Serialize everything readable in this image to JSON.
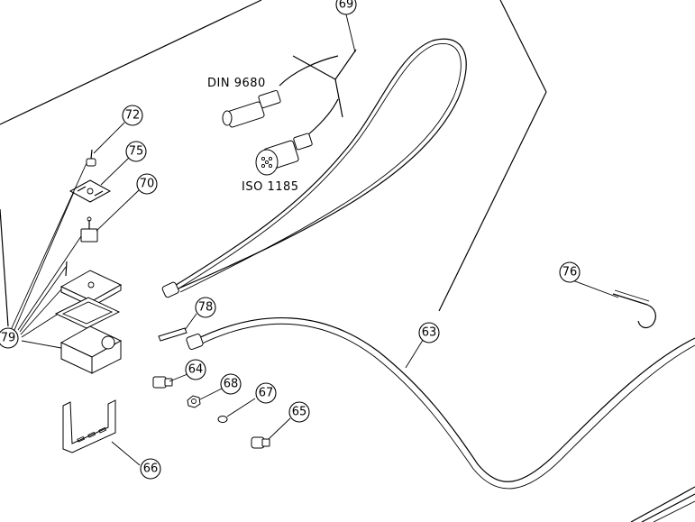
{
  "diagram": {
    "labels": {
      "din": "DIN 9680",
      "iso": "ISO 1185"
    },
    "callouts": {
      "c63": "63",
      "c64": "64",
      "c65": "65",
      "c66": "66",
      "c67": "67",
      "c68": "68",
      "c69": "69",
      "c70": "70",
      "c72": "72",
      "c75": "75",
      "c76": "76",
      "c78": "78",
      "c79": "79"
    }
  }
}
